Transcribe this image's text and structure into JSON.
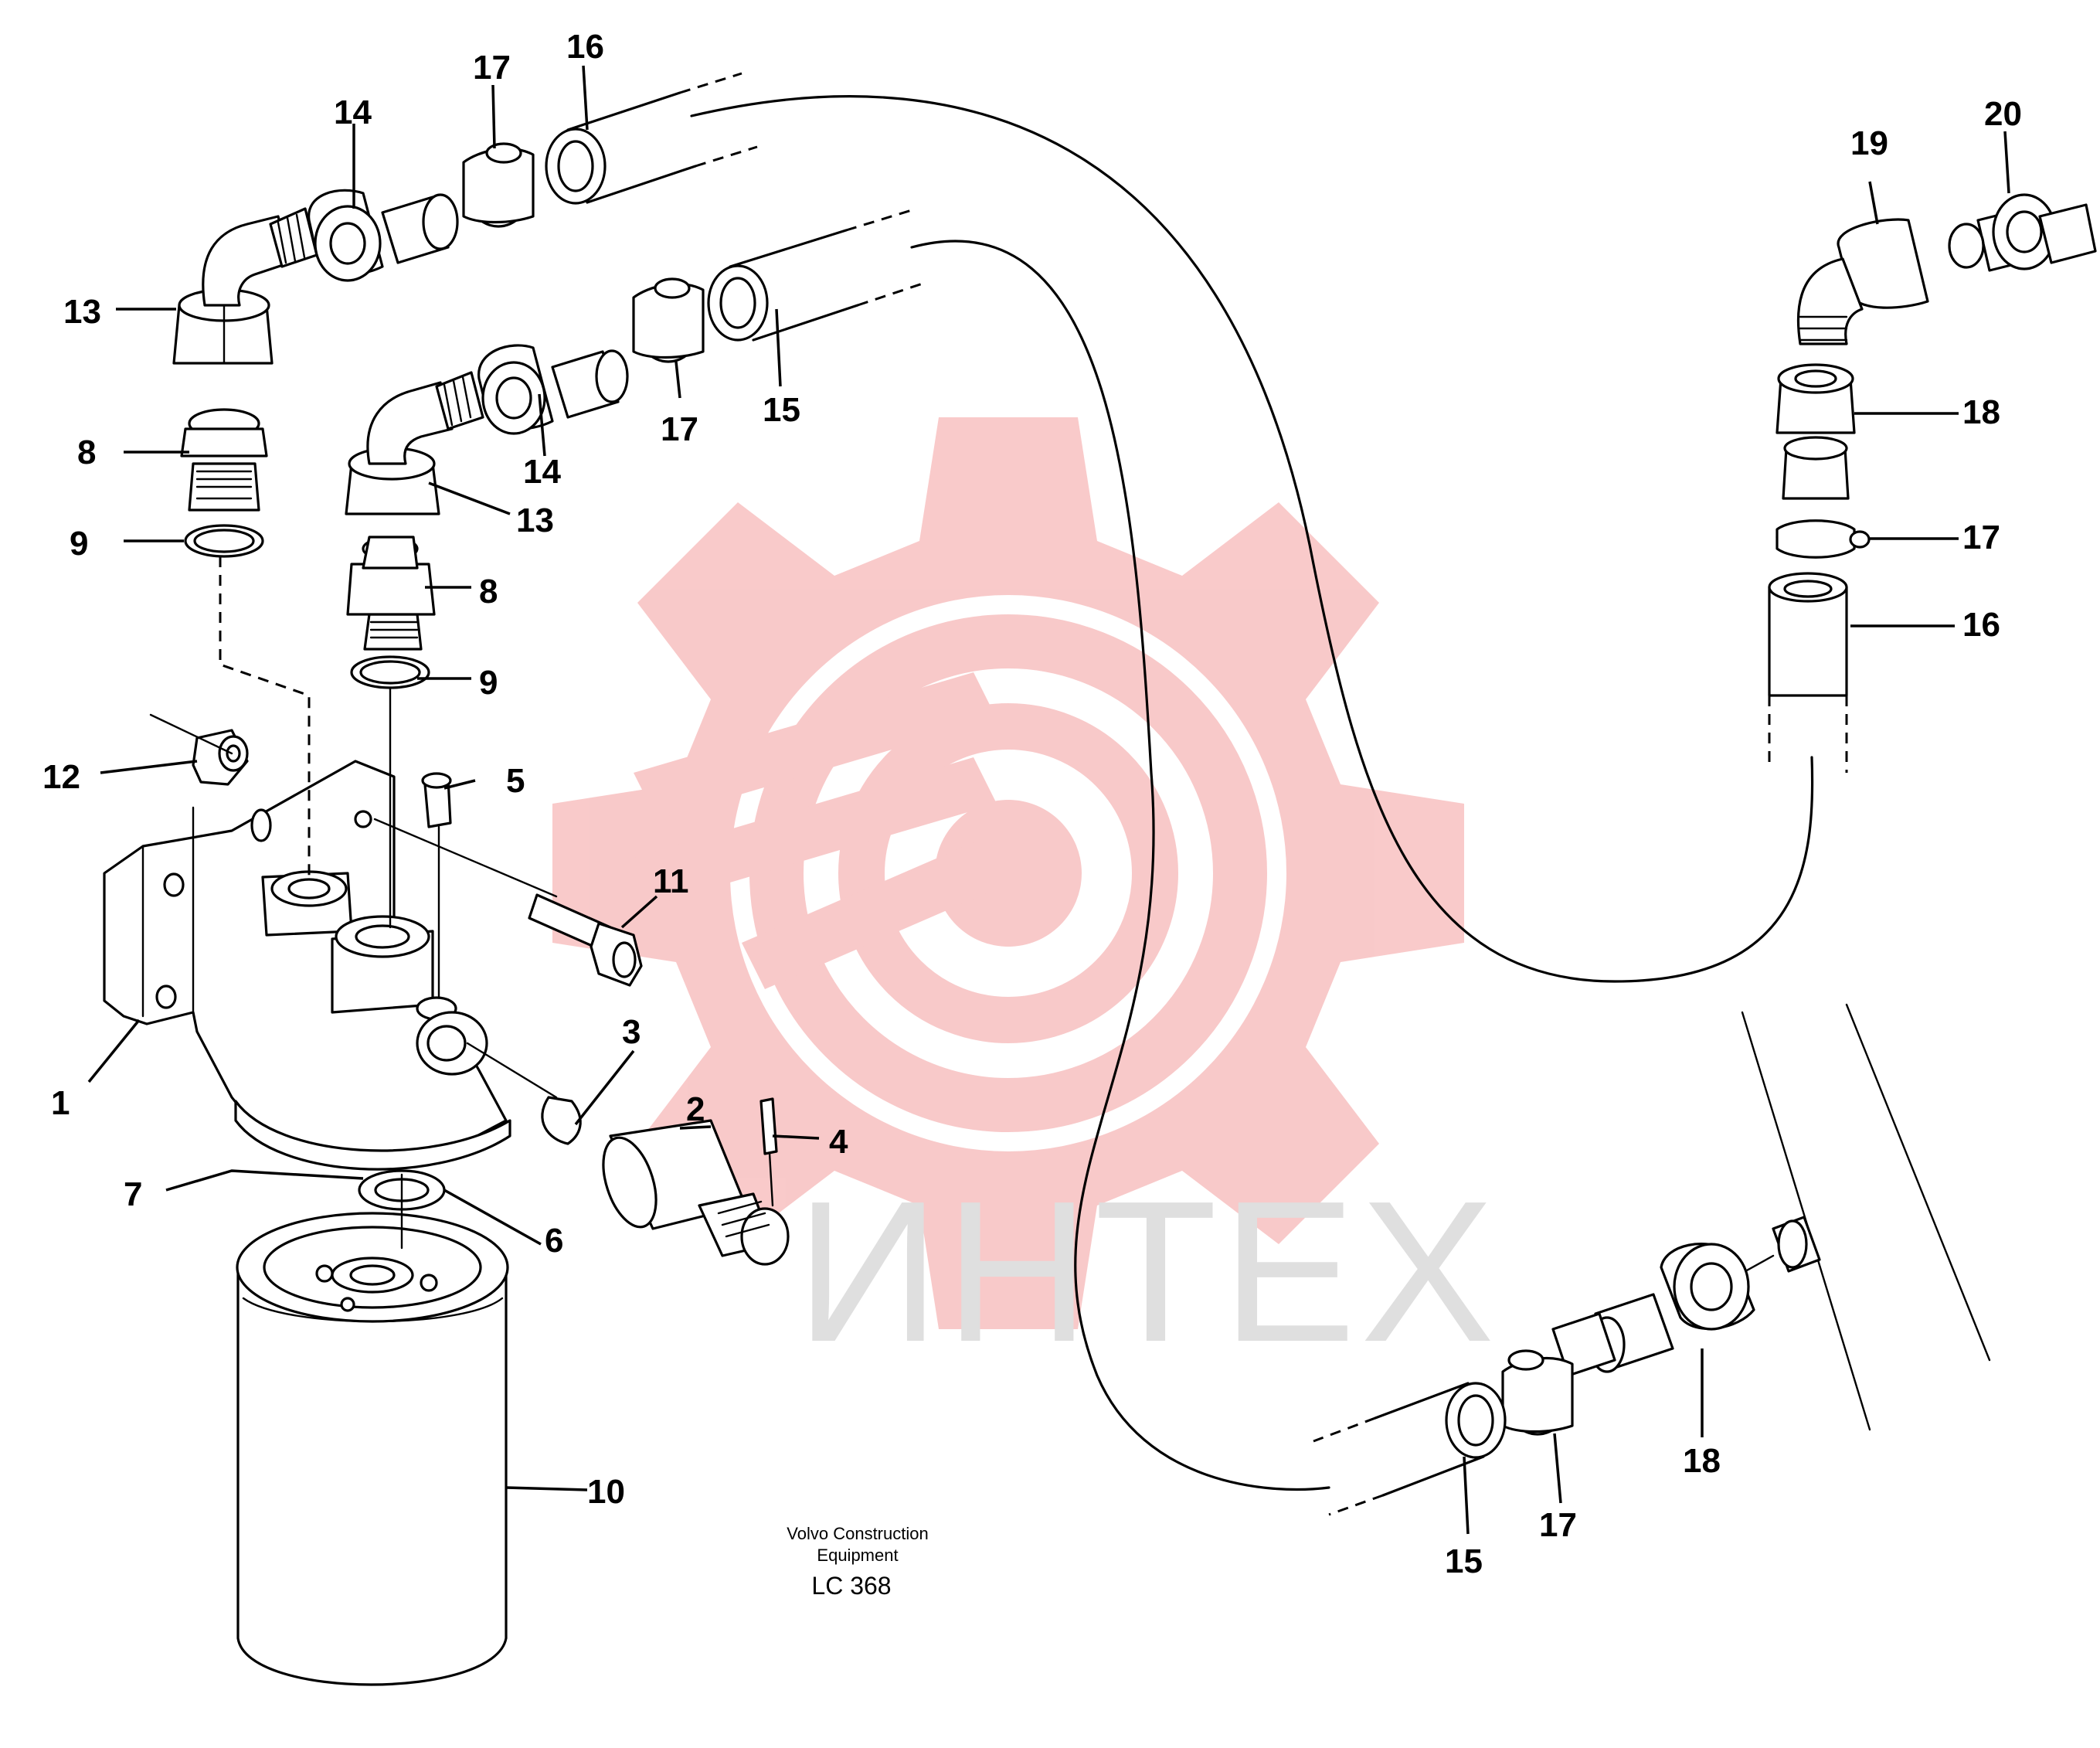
{
  "callouts": {
    "c1": "1",
    "c2": "2",
    "c3": "3",
    "c4": "4",
    "c5": "5",
    "c6": "6",
    "c7": "7",
    "c8a": "8",
    "c8b": "8",
    "c9a": "9",
    "c9b": "9",
    "c10": "10",
    "c11": "11",
    "c12": "12",
    "c13a": "13",
    "c13b": "13",
    "c14a": "14",
    "c14b": "14",
    "c15a": "15",
    "c15b": "15",
    "c16a": "16",
    "c16b": "16",
    "c17a": "17",
    "c17b": "17",
    "c17c": "17",
    "c17d": "17",
    "c18a": "18",
    "c18b": "18",
    "c19": "19",
    "c20": "20"
  },
  "caption": {
    "line1": "Volvo Construction",
    "line2": "Equipment",
    "code": "LC 368"
  },
  "watermark": {
    "text": "ИНТЕХ",
    "color": "#f4a3a3",
    "text_color": "#d9d9d9"
  }
}
